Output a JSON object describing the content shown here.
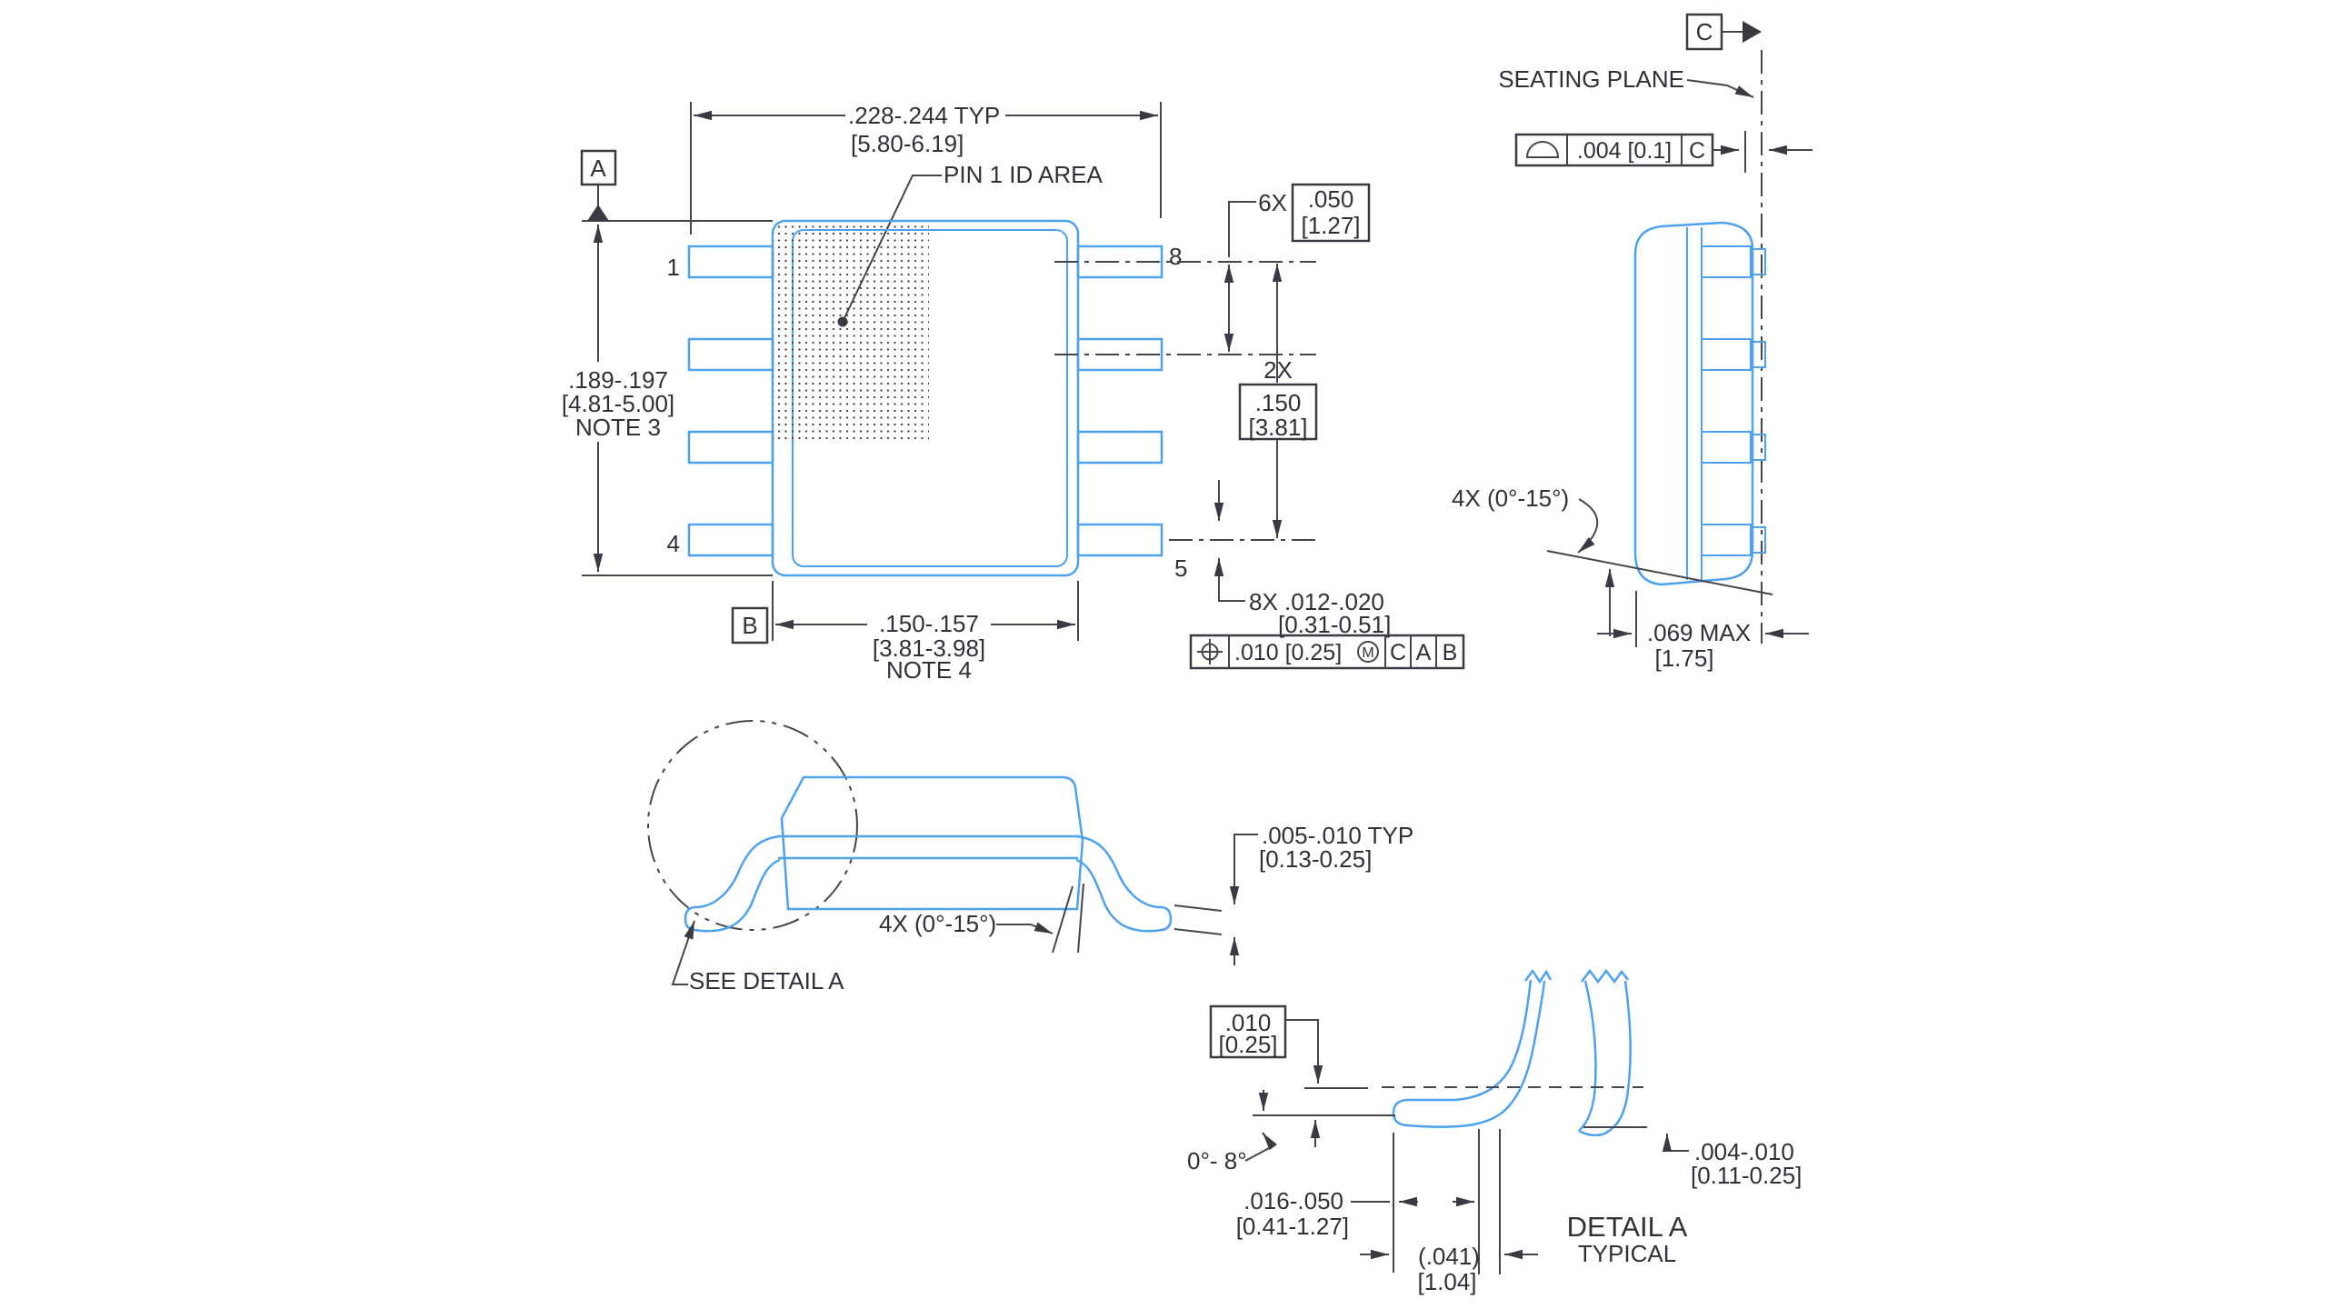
{
  "front": {
    "width_dim_l1": ".228-.244   TYP",
    "width_dim_l2": "[5.80-6.19]",
    "pin1_id": "PIN 1 ID AREA",
    "datum_a": "A",
    "datum_b": "B",
    "height_l1": ".189-.197",
    "height_l2": "[4.81-5.00]",
    "height_l3": "NOTE 3",
    "body_w_l1": ".150-.157",
    "body_w_l2": "[3.81-3.98]",
    "body_w_l3": "NOTE 4",
    "pin1": "1",
    "pin4": "4",
    "pin5": "5",
    "pin8": "8",
    "pitch_prefix": "6X",
    "pitch_in": ".050",
    "pitch_mm": "[1.27]",
    "span_prefix": "2X",
    "span_in": ".150",
    "span_mm": "[3.81]",
    "leadw_l1": "8X .012-.020",
    "leadw_l2": "[0.31-0.51]",
    "fcf_tol": ".010 [0.25]",
    "fcf_mod": "M",
    "fcf_d1": "C",
    "fcf_d2": "A",
    "fcf_d3": "B"
  },
  "side": {
    "datum_c": "C",
    "seating_plane": "SEATING PLANE",
    "flat_tol": ".004 [0.1]",
    "flat_datum": "C",
    "lead_angle": "4X (0°-15°)",
    "max_h_l1": ".069 MAX",
    "max_h_l2": "[1.75]"
  },
  "profile": {
    "foot_thk_l1": ".005-.010   TYP",
    "foot_thk_l2": "[0.13-0.25]",
    "lead_angle": "4X (0°-15°)",
    "see_detail": "SEE DETAIL A"
  },
  "detail": {
    "gauge_l1": ".010",
    "gauge_l2": "[0.25]",
    "angle": "0°- 8°",
    "foot_len_l1": ".016-.050",
    "foot_len_l2": "[0.41-1.27]",
    "foot_ref_l1": "(.041)",
    "foot_ref_l2": "[1.04]",
    "standoff_l1": ".004-.010",
    "standoff_l2": "[0.11-0.25]",
    "title": "DETAIL A",
    "subtitle": "TYPICAL"
  },
  "colors": {
    "outline_blue": "#4CA2EE",
    "line_dark": "#45454d",
    "text_dark": "#30303a"
  }
}
